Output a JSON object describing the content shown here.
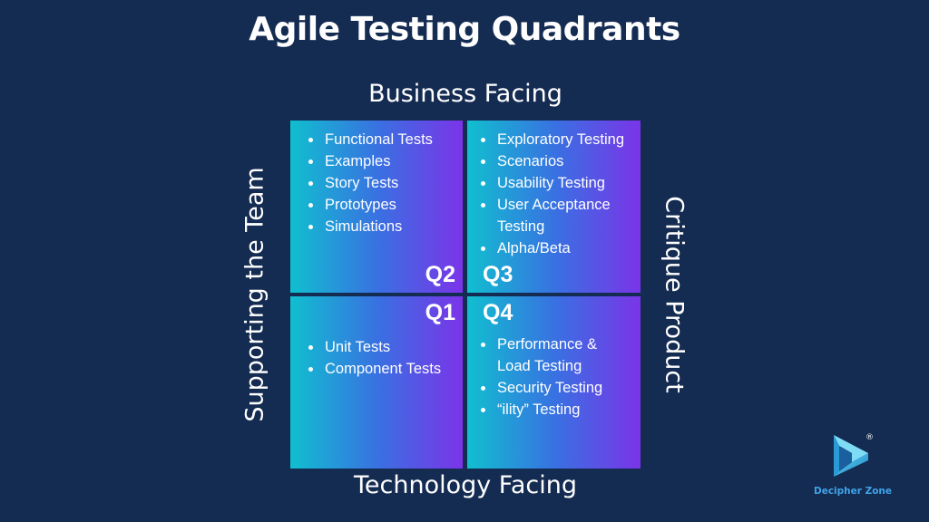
{
  "title": "Agile Testing Quadrants",
  "axes": {
    "top": "Business Facing",
    "bottom": "Technology Facing",
    "left": "Supporting the Team",
    "right": "Critique Product"
  },
  "quadrants": {
    "q2": {
      "label": "Q2",
      "items": [
        "Functional Tests",
        "Examples",
        "Story Tests",
        "Prototypes",
        "Simulations"
      ]
    },
    "q3": {
      "label": "Q3",
      "items": [
        "Exploratory Testing",
        "Scenarios",
        "Usability Testing",
        "User Acceptance",
        "Testing",
        "Alpha/Beta"
      ]
    },
    "q1": {
      "label": "Q1",
      "items": [
        "Unit Tests",
        "Component Tests"
      ]
    },
    "q4": {
      "label": "Q4",
      "items": [
        "Performance &",
        "Load Testing",
        "Security Testing",
        "“ility” Testing"
      ]
    }
  },
  "logo": {
    "name": "Decipher Zone",
    "registered": "®",
    "icon": "decipher-zone-logo-icon"
  },
  "colors": {
    "background": "#142b52",
    "gradient_start": "#10bfcf",
    "gradient_mid": "#3a6fe2",
    "gradient_end": "#7b34e8",
    "logo_text": "#3fa4e8"
  }
}
